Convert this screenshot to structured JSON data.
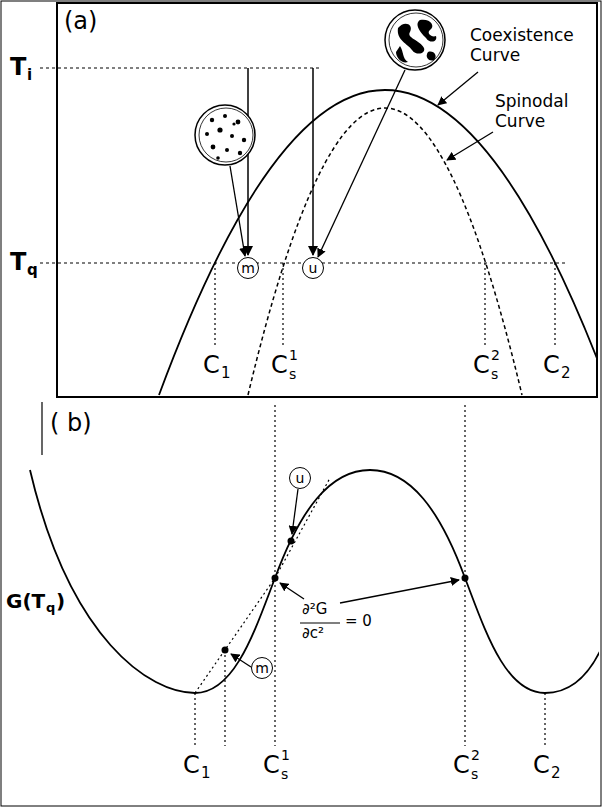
{
  "diagram": {
    "nodes": [
      {
        "text": [
          "m"
        ]
      },
      {
        "text": [
          "u"
        ]
      },
      {
        "text": [
          "u"
        ]
      },
      {
        "text": [
          "m"
        ]
      }
    ],
    "labels": [
      "(a)",
      "T",
      "i",
      "T",
      "q",
      "Coexistence Curve",
      "Spinodal Curve",
      "C",
      "1",
      "C",
      "1",
      "s",
      "C",
      "2",
      "s",
      "C",
      "2",
      "( b)",
      "G(T",
      "q",
      ")",
      "∂²G",
      "∂c²",
      "= 0",
      "C",
      "1",
      "C",
      "1",
      "s",
      "C",
      "2",
      "s",
      "C",
      "2"
    ]
  }
}
